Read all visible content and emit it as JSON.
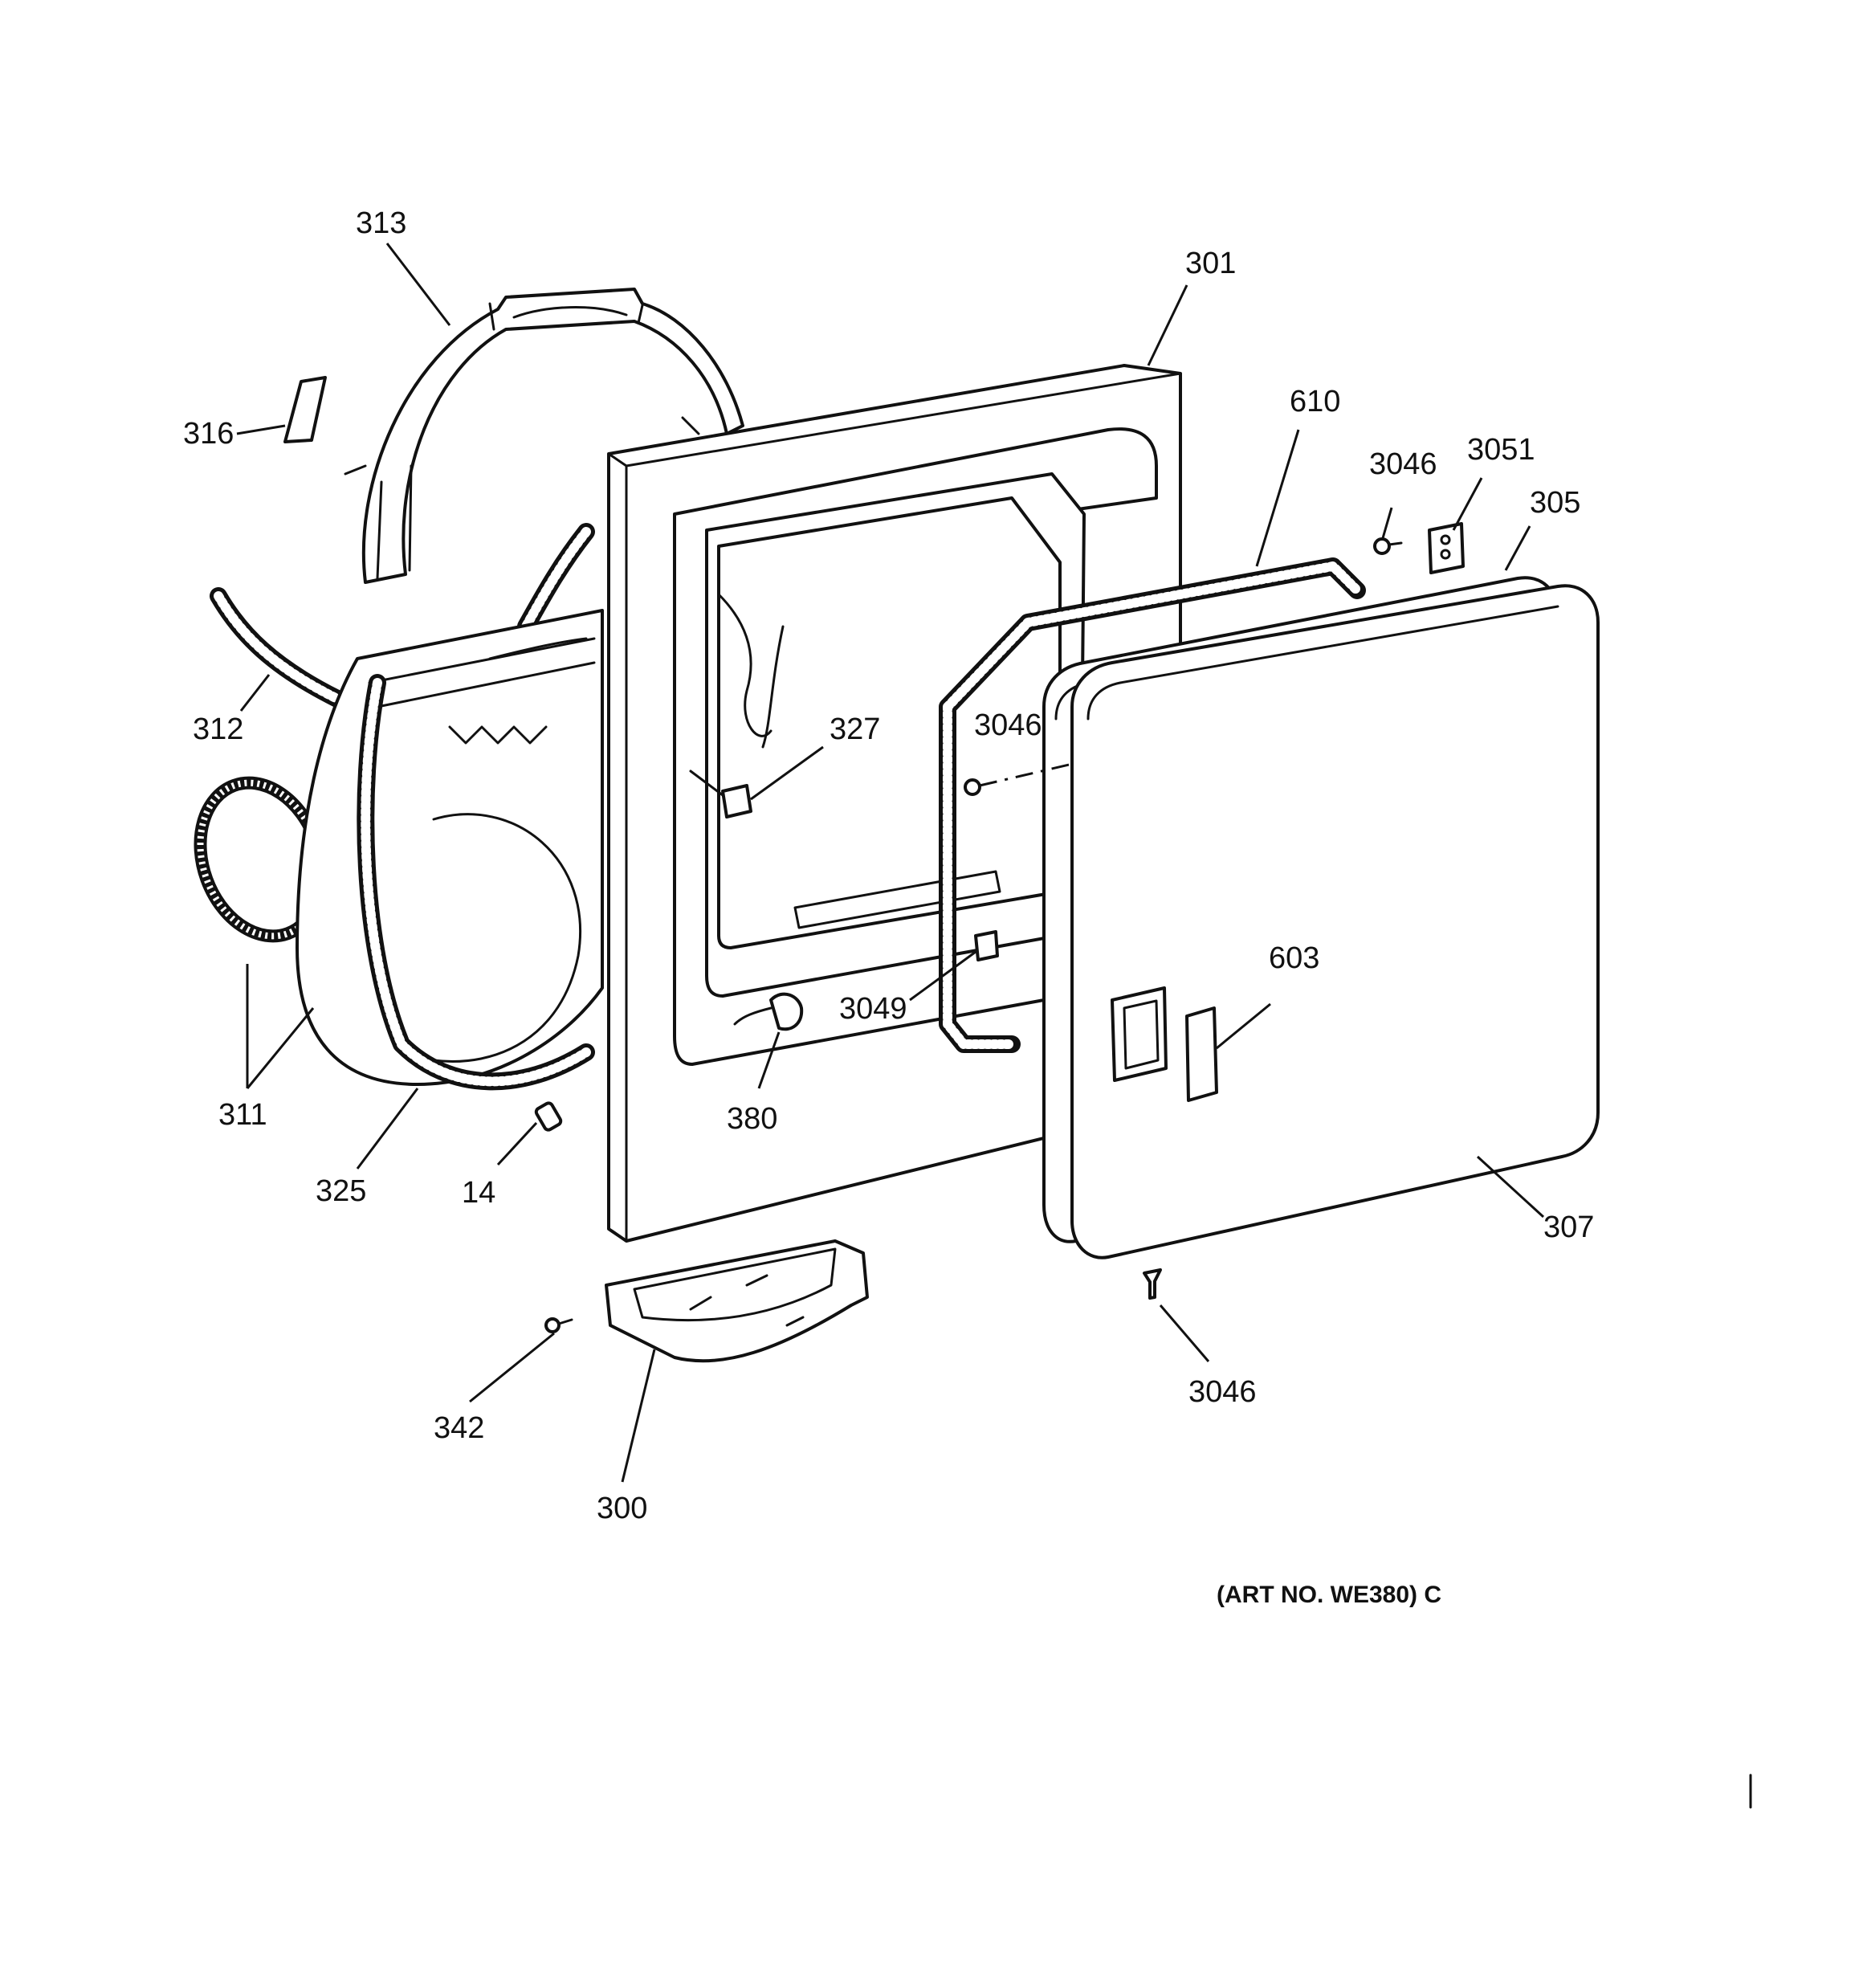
{
  "callouts": {
    "c313": "313",
    "c316": "316",
    "c312": "312",
    "c311": "311",
    "c325": "325",
    "c14": "14",
    "c301": "301",
    "c327": "327",
    "c380": "380",
    "c3049": "3049",
    "c610": "610",
    "c3046_top": "3046",
    "c3051": "3051",
    "c305": "305",
    "c3046_mid": "3046",
    "c603": "603",
    "c307": "307",
    "c3046_bottom": "3046",
    "c342": "342",
    "c300": "300"
  },
  "art_number": "(ART NO. WE380) C"
}
